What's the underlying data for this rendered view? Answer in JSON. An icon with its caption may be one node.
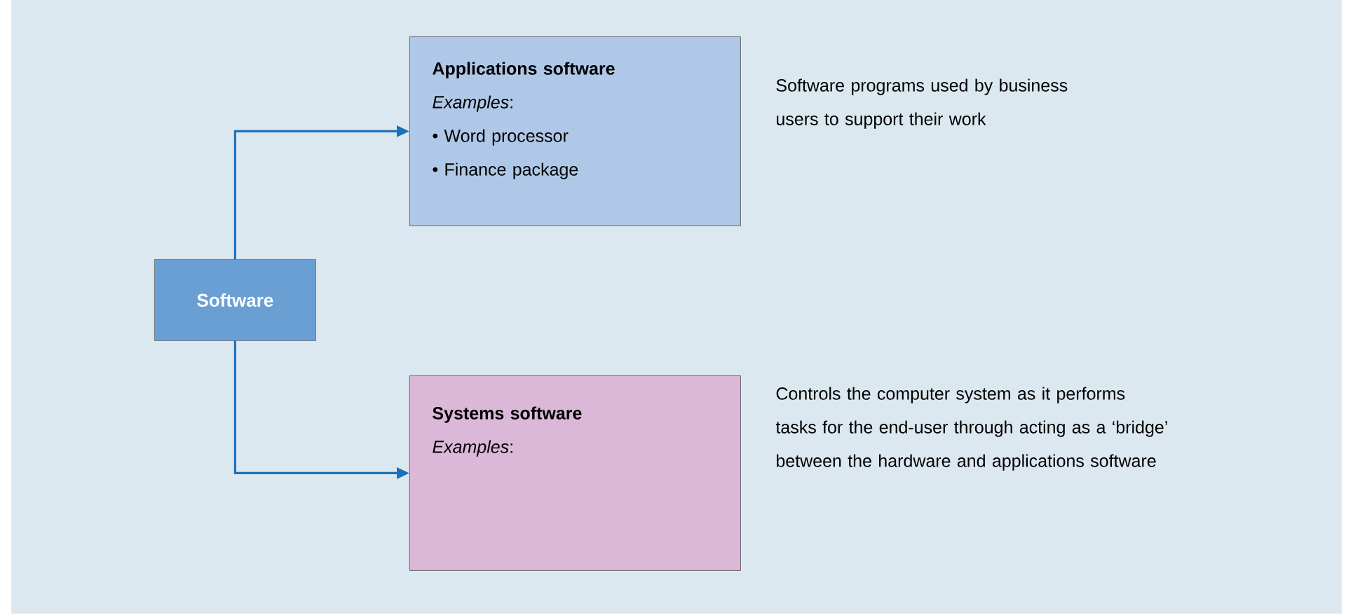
{
  "diagram": {
    "nodes": [
      {
        "text": [
          "Software"
        ]
      },
      {
        "text": [
          "Applications software",
          "*Examples*:",
          "• Word processor",
          "• Finance package"
        ],
        "beside": [
          "Software programs used by business users to support their work"
        ]
      },
      {
        "text": [
          "Systems software",
          "*Examples*:"
        ],
        "beside": [
          "Controls the computer system as it performs tasks for the end-user through acting as a ‘bridge’ between the hardware and applications software"
        ]
      }
    ],
    "edges": [
      {
        "from": 0,
        "to": 1,
        "arrow": "to"
      },
      {
        "from": 0,
        "to": 2,
        "arrow": "to"
      }
    ]
  }
}
